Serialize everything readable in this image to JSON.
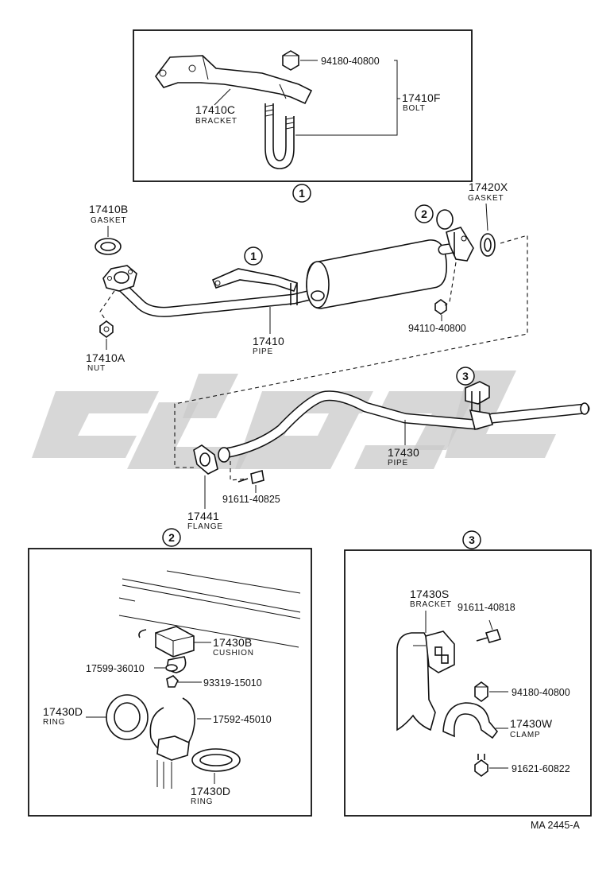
{
  "diagram": {
    "watermark_text": "",
    "inset_1": {
      "marker": "1",
      "parts": [
        {
          "number": "94180-40800",
          "name": ""
        },
        {
          "number": "17410F",
          "name": "BOLT"
        },
        {
          "number": "17410C",
          "name": "BRACKET"
        }
      ]
    },
    "main": {
      "markers": [
        "1",
        "2",
        "3"
      ],
      "parts": [
        {
          "number": "17420X",
          "name": "GASKET"
        },
        {
          "number": "17410B",
          "name": "GASKET"
        },
        {
          "number": "94110-40800",
          "name": ""
        },
        {
          "number": "17410",
          "name": "PIPE"
        },
        {
          "number": "17410A",
          "name": "NUT"
        },
        {
          "number": "17430",
          "name": "PIPE"
        },
        {
          "number": "17441",
          "name": "FLANGE"
        },
        {
          "number": "91611-40825",
          "name": ""
        }
      ]
    },
    "inset_2": {
      "marker": "2",
      "parts": [
        {
          "number": "17430B",
          "name": "CUSHION"
        },
        {
          "number": "17599-36010",
          "name": ""
        },
        {
          "number": "93319-15010",
          "name": ""
        },
        {
          "number": "17430D",
          "name": "RING"
        },
        {
          "number": "17592-45010",
          "name": ""
        },
        {
          "number": "17430D",
          "name": "RING"
        }
      ]
    },
    "inset_3": {
      "marker": "3",
      "parts": [
        {
          "number": "17430S",
          "name": "BRACKET"
        },
        {
          "number": "91611-40818",
          "name": ""
        },
        {
          "number": "94180-40800",
          "name": ""
        },
        {
          "number": "17430W",
          "name": "CLAMP"
        },
        {
          "number": "91621-60822",
          "name": ""
        }
      ]
    },
    "figure_code": "MA 2445-A"
  }
}
